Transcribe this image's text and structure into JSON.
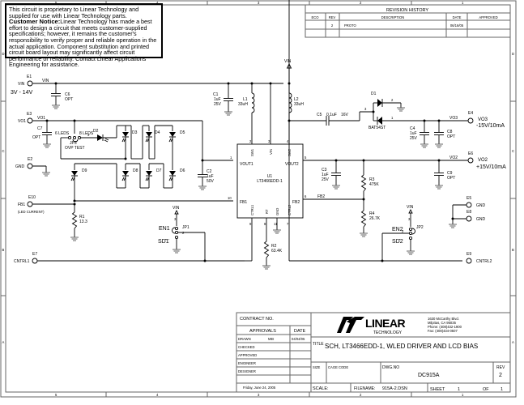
{
  "notice": {
    "line1": "This circuit is proprietary to Linear Technology and supplied for use with Linear Technology parts.",
    "bold_label": "Customer Notice:",
    "body": "Linear Technology has made a best effort to design a circuit that meets customer-supplied specifications; however, it remains the customer's responsibility to verify proper and reliable operation in the actual application. Component substitution and printed circuit board layout may significantly affect circuit performance or reliability. Contact Linear Applications Engineering for assistance."
  },
  "border": {
    "columns": [
      "5",
      "4",
      "3",
      "2",
      "1"
    ],
    "rows": [
      "D",
      "C",
      "B",
      "A"
    ]
  },
  "revision_history": {
    "title": "REVISION HISTORY",
    "headers": [
      "ECO",
      "REV",
      "DESCRIPTION",
      "DATE",
      "APPROVED"
    ],
    "rows": [
      {
        "eco": "",
        "rev": "2",
        "description": "PROTO",
        "date": "06/16/05",
        "approved": ""
      }
    ]
  },
  "terminals": {
    "e1": {
      "ref": "E1",
      "label": "VIN",
      "net": "VIN",
      "note": "3V - 14V"
    },
    "e3": {
      "ref": "E3",
      "label": "VO1",
      "net": "VO1"
    },
    "e2": {
      "ref": "E2",
      "label": "GND"
    },
    "e10": {
      "ref": "E10",
      "label": "FB1",
      "note": "(LED CURRENT)"
    },
    "e7": {
      "ref": "E7",
      "label": "CNTRL1"
    },
    "e4": {
      "ref": "E4",
      "label": "VO3",
      "net": "VO3",
      "note": "-15V/10mA"
    },
    "e6": {
      "ref": "E6",
      "label": "VO2",
      "net": "VO2",
      "note": "+15V/10mA"
    },
    "e5": {
      "ref": "E5",
      "label": "GND"
    },
    "e8": {
      "ref": "E8",
      "label": "GND"
    },
    "e9": {
      "ref": "E9",
      "label": "CNTRL2"
    }
  },
  "components": {
    "c1": {
      "ref": "C1",
      "value": "1uF",
      "rating": "25V"
    },
    "c2": {
      "ref": "C2",
      "value": "1uF",
      "rating": "50V"
    },
    "c3": {
      "ref": "C3",
      "value": "1uF",
      "rating": "25V"
    },
    "c4": {
      "ref": "C4",
      "value": "1uF",
      "rating": "25V"
    },
    "c5": {
      "ref": "C5",
      "value": "0.1uF",
      "rating": "16V"
    },
    "c6": {
      "ref": "C6",
      "value": "OPT"
    },
    "c7": {
      "ref": "C7",
      "value": "OPT"
    },
    "c8": {
      "ref": "C8",
      "value": "OPT"
    },
    "c9": {
      "ref": "C9",
      "value": "OPT"
    },
    "l1": {
      "ref": "L1",
      "value": "33uH"
    },
    "l2": {
      "ref": "L2",
      "value": "33uH"
    },
    "r1": {
      "ref": "R1",
      "value": "13.3"
    },
    "r2": {
      "ref": "R2",
      "value": "63.4K"
    },
    "r3": {
      "ref": "R3",
      "value": "475K"
    },
    "r4": {
      "ref": "R4",
      "value": "26.7K"
    },
    "d1": {
      "ref": "D1",
      "part": "BAT54ST"
    },
    "leds": [
      "D2",
      "D3",
      "D4",
      "D5",
      "D6",
      "D7",
      "D8",
      "D9"
    ],
    "jp1": {
      "ref": "JP1",
      "top": "EN1",
      "bottom": "SD1",
      "supply": "VIN"
    },
    "jp2": {
      "ref": "JP2",
      "top": "EN2",
      "bottom": "SD2",
      "supply": "VIN"
    },
    "jp3": {
      "ref": "JP3",
      "name": "OVP TEST",
      "left": "6 LEDS",
      "right": "8 LEDS"
    },
    "u1": {
      "ref": "U1",
      "part": "LT3466EDD-1",
      "pins": {
        "sw1": "SW1",
        "vin": "VIN",
        "sw2": "SW2",
        "vout1": "VOUT1",
        "vout2": "VOUT2",
        "fb1": "FB1",
        "fb2": "FB2",
        "ctrl1": "CTRL1",
        "rt": "RT",
        "gnd": "GND",
        "ctrl2": "CTRL2"
      },
      "pin_numbers": {
        "sw1": "2",
        "vin": "3",
        "sw2": "4",
        "vout1": "1",
        "vout2": "5",
        "fb1": "10",
        "fb2": "6",
        "ctrl1": "9",
        "rt": "8",
        "gnd": "11",
        "ctrl2": "7"
      }
    },
    "vin_label": "VIN",
    "fb2_net": "FB2"
  },
  "title_block": {
    "contract_label": "CONTRACT NO.",
    "approvals_label": "APPROVALS",
    "date_label": "DATE",
    "drawn_label": "DRAWN",
    "drawn_by": "MEI",
    "drawn_date": "04/04/05",
    "checked_label": "CHECKED",
    "approved_label": "APPROVED",
    "engineer_label": "ENGINEER",
    "designer_label": "DESIGNER",
    "print_date": "Friday, June 24, 2005",
    "company": "LINEAR",
    "company_sub": "TECHNOLOGY",
    "address": [
      "1630 McCarthy Blvd.",
      "Milpitas, CA 95035",
      "Phone: (408)432-1900",
      "Fax: (408)434-0507"
    ],
    "title_label": "TITLE",
    "title": "SCH, LT3466EDD-1, WLED DRIVER AND LCD BIAS",
    "size_label": "SIZE",
    "cage_label": "CAGE CODE",
    "dwg_label": "DWG.NO",
    "dwg_no": "DC915A",
    "rev_label": "REV",
    "rev": "2",
    "scale_label": "SCALE:",
    "filename_label": "FILENAME:",
    "filename": "915A-2.DSN",
    "sheet_label": "SHEET",
    "sheet": "1",
    "of_label": "OF",
    "of": "1"
  }
}
